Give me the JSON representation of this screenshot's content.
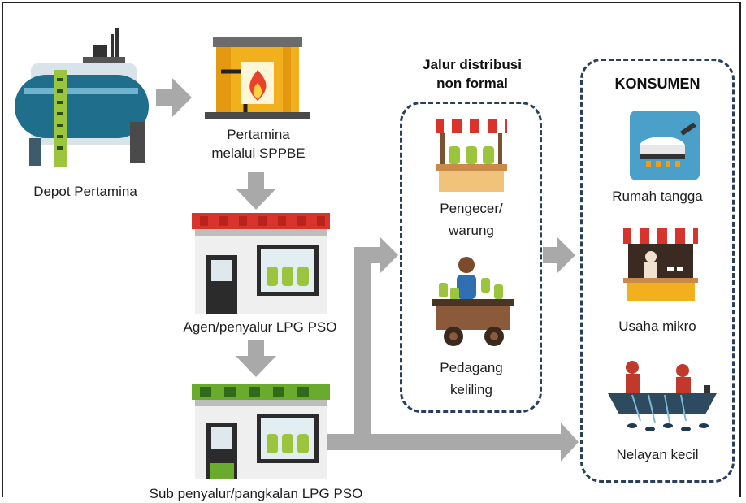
{
  "diagram": {
    "nodes": {
      "depot": "Depot Pertamina",
      "sppbe_line1": "Pertamina",
      "sppbe_line2": "melalui SPPBE",
      "agen": "Agen/penyalur LPG PSO",
      "sub_penyalur": "Sub penyalur/pangkalan LPG PSO",
      "nonformal_title_line1": "Jalur distribusi",
      "nonformal_title_line2": "non formal",
      "pengecer_line1": "Pengecer/",
      "pengecer_line2": "warung",
      "pedagang_line1": "Pedagang",
      "pedagang_line2": "keliling",
      "konsumen_title": "KONSUMEN",
      "rumah_tangga": "Rumah tangga",
      "usaha_mikro": "Usaha mikro",
      "nelayan_kecil": "Nelayan kecil"
    },
    "colors": {
      "arrow": "#a9a9a9",
      "dashed_border": "#2a3f5c",
      "tank_blue": "#1e6e8c",
      "sppbe_yellow": "#f2b01e",
      "agen_red": "#d9342b",
      "sub_green": "#6aaa2c",
      "kitchen_blue": "#4aa0c9"
    }
  }
}
